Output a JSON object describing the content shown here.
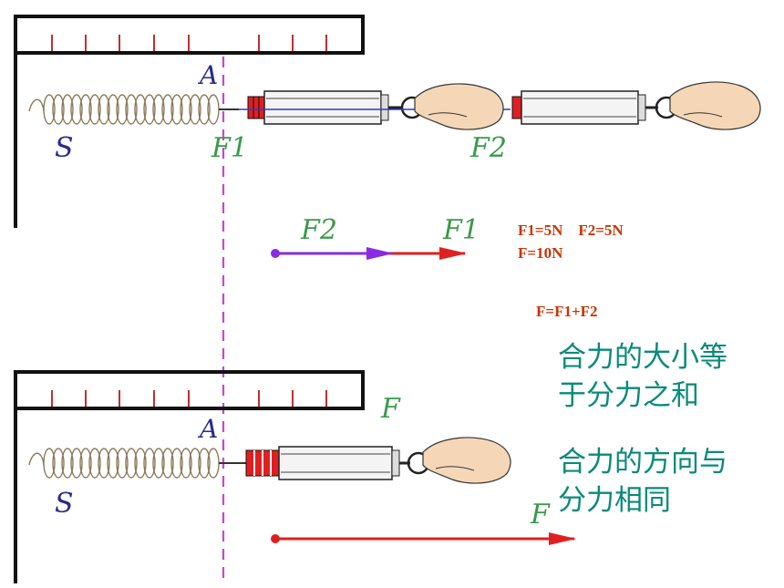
{
  "labels": {
    "spring_top": "S",
    "spring_bottom": "S",
    "point_top": "A",
    "point_bottom": "A",
    "f1_top": "F1",
    "f2_top": "F2",
    "f2_vec": "F2",
    "f1_vec": "F1",
    "f_bottom": "F",
    "f_vec": "F"
  },
  "equations": {
    "values": "F1=5N    F2=5N",
    "total": "F=10N",
    "sum": "F=F1+F2"
  },
  "notes": {
    "magnitude_line1": "合力的大小等",
    "magnitude_line2": "于分力之和",
    "direction_line1": "合力的方向与",
    "direction_line2": "分力相同"
  },
  "colors": {
    "f1_vector": "#e02020",
    "f2_vector": "#8a2be2",
    "resultant": "#e02020",
    "dashed_line": "#cc44cc",
    "note_text": "#0a8a7a",
    "equation_text": "#cc3300",
    "label_green": "#3a9a4a",
    "label_blue": "#2a2a8a"
  }
}
